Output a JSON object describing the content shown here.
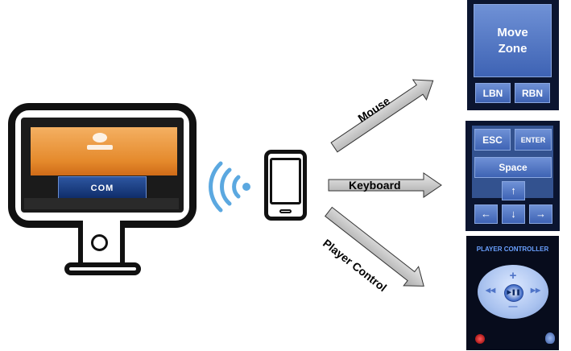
{
  "arrows": {
    "mouse": "Mouse",
    "keyboard": "Keyboard",
    "player": "Player Control"
  },
  "monitor": {
    "banner_text": "COM"
  },
  "mouse_panel": {
    "move_zone": "Move Zone",
    "lbn": "LBN",
    "rbn": "RBN"
  },
  "keyboard_panel": {
    "esc": "ESC",
    "enter": "ENTER",
    "space": "Space",
    "up": "↑",
    "left": "←",
    "down": "↓",
    "right": "→"
  },
  "player_panel": {
    "title": "PLAYER CONTROLLER",
    "plus": "+",
    "minus": "—",
    "rewind": "◀◀",
    "forward": "▶▶",
    "play_pause": "▶❚❚"
  },
  "colors": {
    "wifi": "#5ba8e0",
    "panel_bg": "#0b1530",
    "button": "#4a6fc0",
    "arrow": "#b8b8b8"
  }
}
